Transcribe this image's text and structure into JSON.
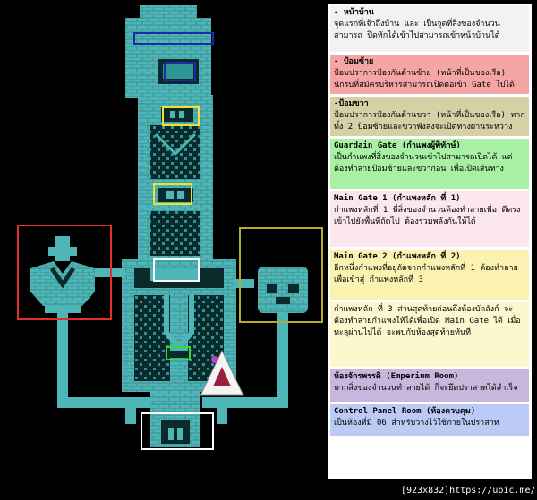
{
  "colors": {
    "background": "#000000",
    "wall": "#4fb6b8",
    "floor": "#0a2a2c",
    "tile": "#2e9597",
    "red_outline": "#e03030",
    "olive_outline": "#b6aa2e",
    "yellow_outline": "#f2e030",
    "white_outline": "#ffffff",
    "green_outline": "#33dd33",
    "blue_outline": "#1a2aa8"
  },
  "legend": [
    {
      "name": "front",
      "title": "- หน้าบ้าน",
      "desc": "จุดแรกที่เจ้าถึงบ้าน และ เป็นจุดที่สิ่งของจำนวน สามารถ ปิดทักได้เข้าไปสามารถเข้าหน้าบ้านได้",
      "bg": "#f2f2f2"
    },
    {
      "name": "left-fort",
      "title": "- ป้อมซ้าย",
      "desc": "ป้อมปราการป้องกันด้านซ้าย (หน้าที่เป็นของเรือ) นักรบที่สมัครบริหารสามารถเปิดต่อเข้า Gate ไปได้",
      "bg": "#f6a5a5"
    },
    {
      "name": "right-fort",
      "title": "-ป้อมขวา",
      "desc": "ป้อมปราการป้องกันด้านขวา (หน้าที่เป็นของเรือ) หาก ทั้ง 2 ป้อมซ้ายและขวาพังลงจะเปิดทางผ่านระหว่าง",
      "bg": "#d5d0a5"
    },
    {
      "name": "guardian-gate",
      "title": "Guardain Gate (กำแพงผู้พิทักษ์)",
      "desc": "เป็นกำแพงที่สิ่งของจำนวนเข้าไปสามารถเปิดได้ แต่ต้องทำลายป้อมซ้ายและขวาก่อน เพื่อเปิดเส้นทาง",
      "bg": "#a8f0a3"
    },
    {
      "name": "main-gate-1",
      "title": "Main Gate 1 (กำแพงหลัก ที่ 1)",
      "desc": "กำแพงหลักที่ 1 ที่สิ่งของจำนวนต้องทำลายเพื่อ ตีตรงเข้าไปยังพื้นที่ถัดไป ต้องรวมพลังกันให้ได้",
      "bg": "#fbe7ec"
    },
    {
      "name": "main-gate-2",
      "title": "Main Gate 2 (กำแพงหลัก ที่ 2)",
      "desc": "อีกหนึ่งกำแพงที่อยู่ถัดจากกำแพงหลักที่ 1 ต้องทำลายเพื่อเข้าสู่ กำแพงหลักที่ 3",
      "bg": "#fbf2b1"
    },
    {
      "name": "main-gate-3",
      "title": "",
      "desc": "กำแพงหลัก ที่ 3 ส่วนสุดท้ายก่อนถึงห้องบัลลังก์ จะต้องทำลายกำแพงให้ได้เพื่อเปิด Main Gate ได้ เมื่อ ทะลุผ่านไปได้ จะพบกับห้องสุดท้ายทันที",
      "bg": "#fdf7d0"
    },
    {
      "name": "emperium-room",
      "title": "ห้องจักรพรรดิ (Emperium Room)",
      "desc": "หากสิ่งของจำนวนทำลายได้ ก็จะยึดปราสาทได้สำเร็จ",
      "bg": "#c9b6dc"
    },
    {
      "name": "control-panel-room",
      "title": "Control Panel Room (ห้องควบคุม)",
      "desc": "เป็นห้องที่มี 06 สำหรับวางไว้ใช้ภายในปราสาท",
      "bg": "#bccbf6"
    }
  ],
  "footer": "[923x832]https://upic.me/"
}
